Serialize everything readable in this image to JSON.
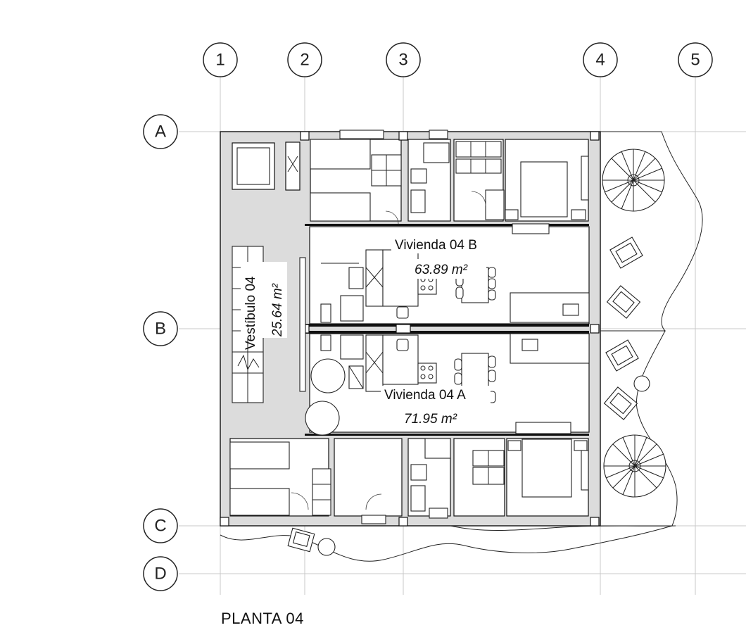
{
  "grid": {
    "columns": [
      "1",
      "2",
      "3",
      "4",
      "5"
    ],
    "rows": [
      "A",
      "B",
      "C",
      "D"
    ]
  },
  "rooms": {
    "vestibulo": {
      "name": "Vestíbulo 04",
      "area": "25.64 m²"
    },
    "vivienda_b": {
      "name": "Vivienda 04  B",
      "area": "63.89 m²"
    },
    "vivienda_a": {
      "name": "Vivienda 04  A",
      "area": "71.95 m²"
    }
  },
  "title": "PLANTA 04"
}
